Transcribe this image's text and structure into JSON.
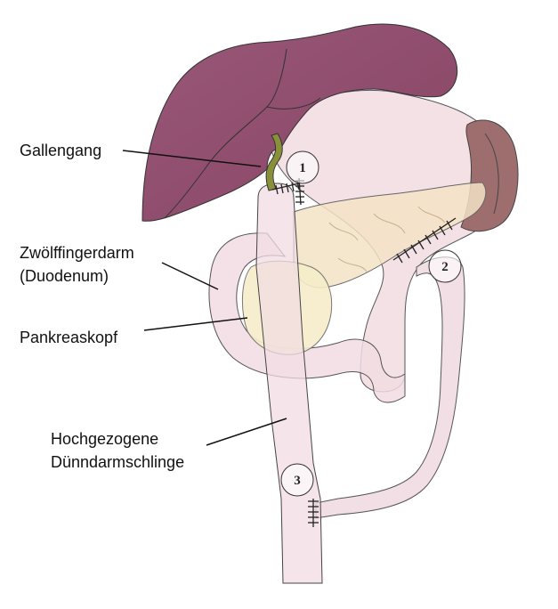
{
  "labels": {
    "gallengang": "Gallengang",
    "duodenum_line1": "Zwölffingerdarm",
    "duodenum_line2": "(Duodenum)",
    "pankreaskopf": "Pankreaskopf",
    "loop_line1": "Hochgezogene",
    "loop_line2": "Dünndarmschlinge"
  },
  "markers": [
    "1",
    "2",
    "3"
  ],
  "colors": {
    "liver": "#8e4a6a",
    "liver_light": "#a8728a",
    "bile_duct": "#8a8f3a",
    "stomach": "#f0d9de",
    "spleen": "#9a6a6a",
    "pancreas": "#f3e2c6",
    "pancreas_head": "#f5ecc9",
    "intestine": "#f1dce3",
    "outline": "#333333"
  }
}
